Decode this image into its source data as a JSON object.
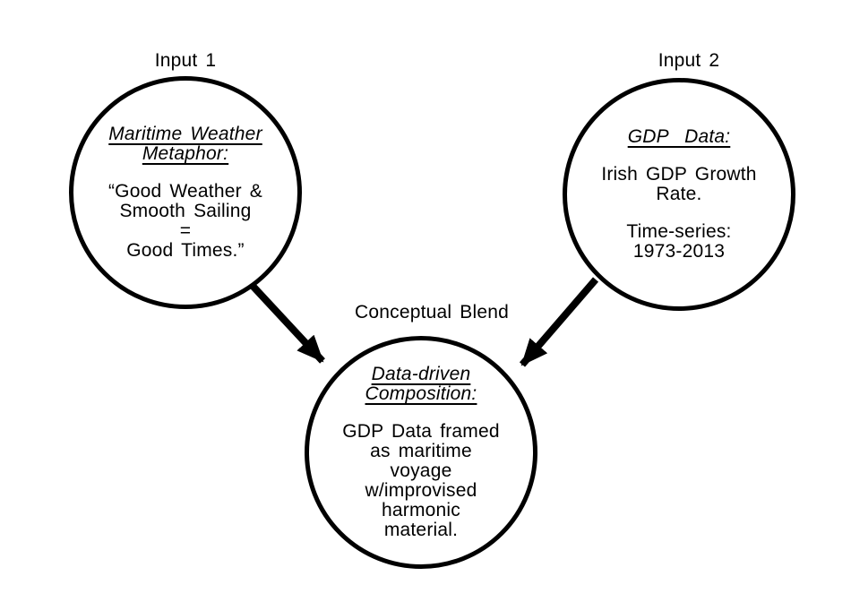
{
  "diagram": {
    "background_color": "#ffffff",
    "line_color": "#000000",
    "text_color": "#000000",
    "nodes": [
      {
        "id": "input1",
        "label": "Input 1",
        "title": "Maritime Weather\nMetaphor:",
        "body": "“Good Weather &\nSmooth Sailing\n=\nGood Times.”"
      },
      {
        "id": "input2",
        "label": "Input 2",
        "title": "GDP  Data:",
        "body": "Irish GDP Growth\nRate.",
        "body2": "Time-series:\n1973-2013"
      },
      {
        "id": "blend",
        "label": "Conceptual Blend",
        "title": "Data-driven\nComposition:",
        "body": "GDP Data framed\nas maritime\nvoyage\nw/improvised\nharmonic\nmaterial."
      }
    ],
    "edges": [
      {
        "from": "Input 1",
        "to": "Conceptual Blend"
      },
      {
        "from": "Input 2",
        "to": "Conceptual Blend"
      }
    ]
  }
}
